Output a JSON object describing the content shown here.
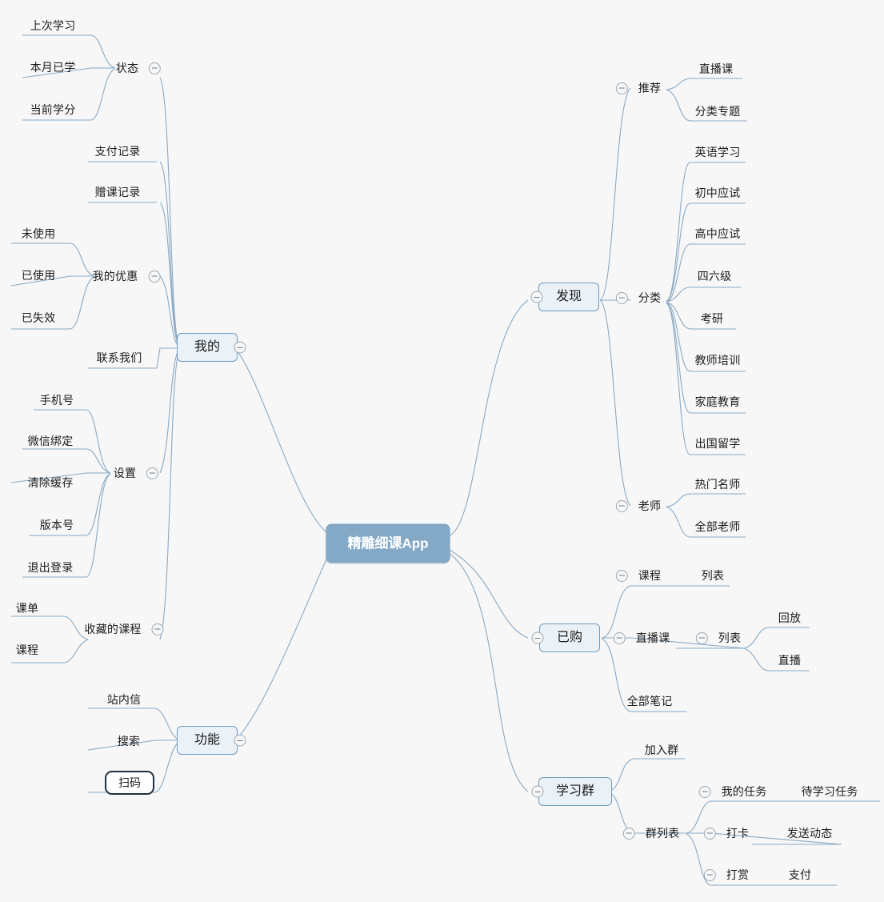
{
  "document": {
    "type": "mindmap",
    "title": "精雕细课App",
    "background_color": "#f7f7f7",
    "accent_color": "#83a9c7",
    "line_color": "#8aa9c4"
  },
  "root": {
    "label": "精雕细课App"
  },
  "icons": {
    "collapse": "collapse-toggle-icon"
  },
  "branches": {
    "faxian": {
      "label": "发现"
    },
    "yigou": {
      "label": "已购"
    },
    "xuexiqun": {
      "label": "学习群"
    },
    "wode": {
      "label": "我的"
    },
    "gongneng": {
      "label": "功能"
    }
  },
  "nodes": {
    "tuijian": "推荐",
    "zhibooke": "直播课",
    "fenleizhuanti": "分类专题",
    "fenlei": "分类",
    "yingyuxuexi": "英语学习",
    "chuzhongyingshi": "初中应试",
    "gaozhongyingshi": "高中应试",
    "siliuji": "四六级",
    "kaoyan": "考研",
    "jiaoshipeixun": "教师培训",
    "jiatingjiaoyu": "家庭教育",
    "chuguoliuxue": "出国留学",
    "laoshi": "老师",
    "remenmingshi": "热门名师",
    "quanbulaoshi": "全部老师",
    "kecheng": "课程",
    "kechengliebiao": "列表",
    "yigou_zhibooke": "直播课",
    "zhibookeliebiao": "列表",
    "huifang": "回放",
    "zhibo": "直播",
    "quanbubiji": "全部笔记",
    "jiaruqun": "加入群",
    "qunliebiao": "群列表",
    "wodarenwu": "我的任务",
    "daixuexirenwu": "待学习任务",
    "daka": "打卡",
    "fasongdongtai": "发送动态",
    "dashang": "打赏",
    "zhifu": "支付",
    "zhuangtai": "状态",
    "shangcixuexi": "上次学习",
    "benyueyixue": "本月已学",
    "dangqianxuefen": "当前学分",
    "zhifujilu": "支付记录",
    "zengkejilu": "赠课记录",
    "wodeyouhui": "我的优惠",
    "weishiyong": "未使用",
    "yishiyong": "已使用",
    "yishixiao": "已失效",
    "lianxiwomen": "联系我们",
    "shezhi": "设置",
    "shoujihao": "手机号",
    "weixinbangding": "微信绑定",
    "qingchuhuancun": "清除缓存",
    "banbenhao": "版本号",
    "tuichudenglu": "退出登录",
    "shoucangdekecheng": "收藏的课程",
    "kedan": "课单",
    "sc_kecheng": "课程",
    "zhanneixin": "站内信",
    "sousuo": "搜索",
    "saoma": "扫码"
  }
}
